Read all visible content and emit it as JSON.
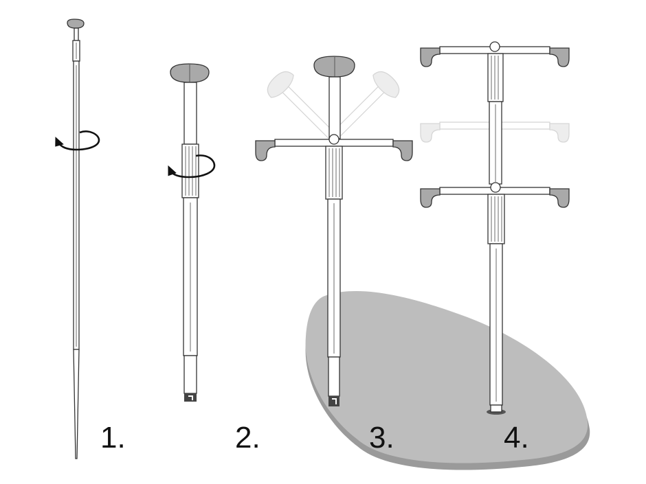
{
  "diagram": {
    "steps": [
      {
        "id": "step-1",
        "label": "1."
      },
      {
        "id": "step-2",
        "label": "2."
      },
      {
        "id": "step-3",
        "label": "3."
      },
      {
        "id": "step-4",
        "label": "4."
      }
    ],
    "colors": {
      "line": "#333333",
      "handle_fill": "#a9a9a9",
      "board": "#bdbdbd",
      "board_edge": "#9a9a9a",
      "ghost": "#d6d6d6",
      "arrow": "#111111"
    },
    "icons": [
      "rotate-arrow-icon",
      "rotate-arrow-icon"
    ]
  }
}
